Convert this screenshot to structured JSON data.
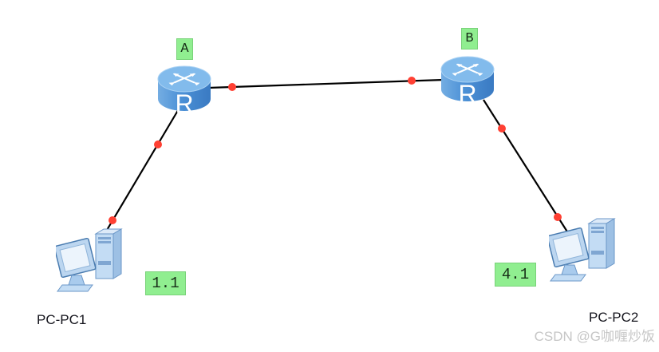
{
  "topology": {
    "devices": [
      {
        "id": "router-a",
        "type": "router",
        "tag": "A"
      },
      {
        "id": "router-b",
        "type": "router",
        "tag": "B"
      },
      {
        "id": "pc1",
        "type": "pc",
        "name": "PC-PC1",
        "tag": "1.1"
      },
      {
        "id": "pc2",
        "type": "pc",
        "name": "PC-PC2",
        "tag": "4.1"
      }
    ],
    "links": [
      {
        "from": "router-a",
        "to": "router-b"
      },
      {
        "from": "router-a",
        "to": "pc1"
      },
      {
        "from": "router-b",
        "to": "pc2"
      }
    ]
  },
  "icons": {
    "router_letter": "R"
  },
  "watermark": "CSDN @G咖喱炒饭",
  "colors": {
    "background": "#ffffff",
    "link": "#000000",
    "port_indicator": "#ff4033",
    "tag_background": "#90ee90",
    "router_blue": "#4b90d6",
    "pc_blue": "#c3dcf4",
    "watermark_gray": "#c6c6c6"
  }
}
